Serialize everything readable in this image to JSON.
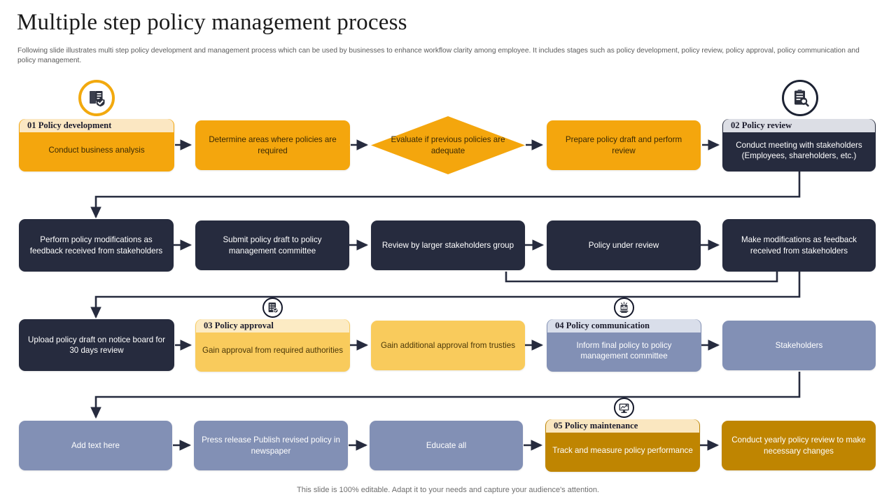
{
  "header": {
    "title": "Multiple step policy management process",
    "subtitle": "Following slide illustrates multi step policy development and management process which can be used by businesses to enhance workflow clarity among employee. It includes stages such as policy development, policy review, policy approval, policy communication and policy management."
  },
  "footer": {
    "note": "This slide is 100% editable. Adapt it to your needs and capture your audience's attention."
  },
  "colors": {
    "orange": "#F4A60D",
    "navy": "#262B3E",
    "gold": "#F9CB5C",
    "slate": "#8290B5",
    "bronze": "#BF8501",
    "strip_cream": "#FBE7C2",
    "strip_gray": "#DCDEE5",
    "connector": "#262B3E"
  },
  "stages": [
    {
      "number": "01",
      "name": "Policy development",
      "icon": "document-check-icon"
    },
    {
      "number": "02",
      "name": "Policy review",
      "icon": "clipboard-search-icon"
    },
    {
      "number": "03",
      "name": "Policy approval",
      "icon": "document-approved-icon"
    },
    {
      "number": "04",
      "name": "Policy communication",
      "icon": "megaphone-icon"
    },
    {
      "number": "05",
      "name": "Policy maintenance",
      "icon": "monitor-chart-icon"
    }
  ],
  "row1": {
    "node1": {
      "strip": "01 Policy development",
      "text": "Conduct business analysis"
    },
    "node2": {
      "text": "Determine areas where policies are required"
    },
    "decision": {
      "text": "Evaluate if previous policies are adequate"
    },
    "node3": {
      "text": "Prepare policy draft and perform review"
    },
    "node4": {
      "strip": "02 Policy review",
      "text": "Conduct meeting with stakeholders (Employees, shareholders, etc.)"
    }
  },
  "row2": {
    "node1": {
      "text": "Perform policy modifications as feedback received from stakeholders"
    },
    "node2": {
      "text": "Submit policy draft to policy management committee"
    },
    "node3": {
      "text": "Review by larger stakeholders group"
    },
    "node4": {
      "text": "Policy under review"
    },
    "node5": {
      "text": "Make modifications as feedback received from stakeholders"
    }
  },
  "row3": {
    "node1": {
      "text": "Upload policy draft on notice board for 30 days review"
    },
    "node2": {
      "strip": "03 Policy approval",
      "text": "Gain approval from required authorities"
    },
    "node3": {
      "text": "Gain additional approval from trusties"
    },
    "node4": {
      "strip": "04 Policy communication",
      "text": "Inform final policy to policy management committee"
    },
    "node5": {
      "text": "Stakeholders"
    }
  },
  "row4": {
    "node1": {
      "text": "Add text here"
    },
    "node2": {
      "text": "Press release Publish revised policy in newspaper"
    },
    "node3": {
      "text": "Educate all"
    },
    "node4": {
      "strip": "05 Policy maintenance",
      "text": "Track and measure policy performance"
    },
    "node5": {
      "text": "Conduct yearly policy review to make necessary changes"
    }
  }
}
